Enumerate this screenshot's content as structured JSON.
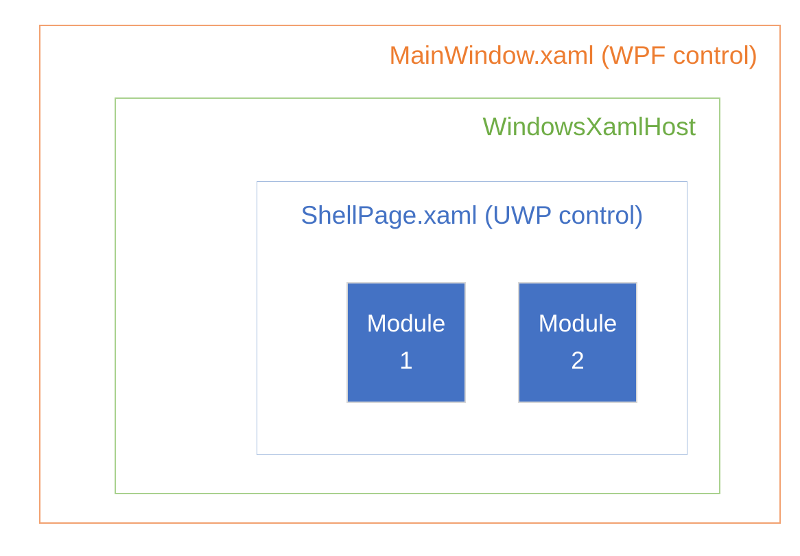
{
  "diagram": {
    "outer_box": {
      "label": "MainWindow.xaml (WPF control)",
      "border_color": "#f2a170",
      "text_color": "#ed7d31"
    },
    "host_box": {
      "label": "WindowsXamlHost",
      "border_color": "#a9d18e",
      "text_color": "#70ad47"
    },
    "shell_box": {
      "label": "ShellPage.xaml (UWP control)",
      "border_color": "#a3bbde",
      "text_color": "#4472c4"
    },
    "modules": [
      {
        "line1": "Module",
        "line2": "1",
        "fill_color": "#4472c4",
        "text_color": "#ffffff"
      },
      {
        "line1": "Module",
        "line2": "2",
        "fill_color": "#4472c4",
        "text_color": "#ffffff"
      }
    ]
  }
}
